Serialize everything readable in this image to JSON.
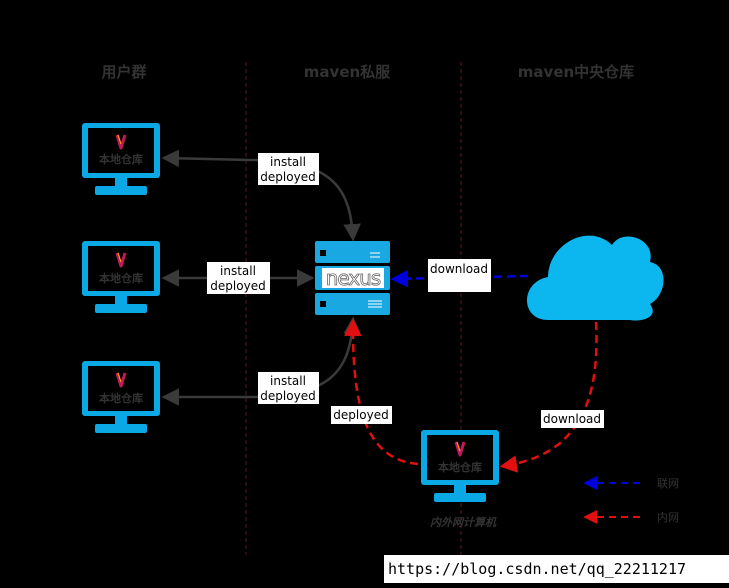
{
  "columns": {
    "users": "用户群",
    "nexus": "maven私服",
    "central": "maven中央仓库"
  },
  "monitor_label": "本地仓库",
  "nexus_logo_text": "nexus",
  "edges": {
    "install": "install",
    "deployed": "deployed",
    "download": "download"
  },
  "caption": "内外网计算机",
  "legend": {
    "internet": "联网",
    "intranet": "内网"
  },
  "watermark": "https://blog.csdn.net/qq_22211217",
  "colors": {
    "monitor": "#0aa9e6",
    "cloud": "#0cb6ee",
    "server": "#1aa8e2",
    "internet_arrow": "#0000dd",
    "intranet_arrow": "#e01010",
    "connector": "#3a3a3a",
    "divider": "#5a1a1a"
  }
}
